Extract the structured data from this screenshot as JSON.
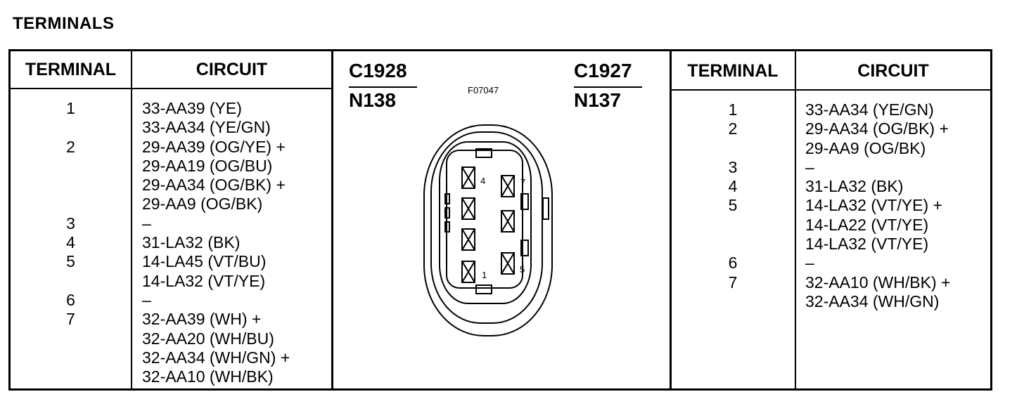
{
  "title": "TERMINALS",
  "left_table": {
    "header_terminal": "TERMINAL",
    "header_circuit": "CIRCUIT",
    "terminals": [
      "1",
      "",
      "2",
      "",
      "",
      "",
      "3",
      "4",
      "5",
      "",
      "6",
      "7",
      "",
      "",
      ""
    ],
    "circuits": [
      "33-AA39 (YE)",
      "33-AA34 (YE/GN)",
      "29-AA39 (OG/YE) +",
      "29-AA19 (OG/BU)",
      "29-AA34 (OG/BK) +",
      "29-AA9 (OG/BK)",
      "–",
      "31-LA32 (BK)",
      "14-LA45 (VT/BU)",
      "14-LA32 (VT/YE)",
      "–",
      "32-AA39 (WH) +",
      "32-AA20 (WH/BU)",
      "32-AA34 (WH/GN) +",
      "32-AA10 (WH/BK)"
    ]
  },
  "connector": {
    "left_code": "C1928",
    "left_sub": "N138",
    "right_code": "C1927",
    "right_sub": "N137",
    "figure_id": "F07047",
    "pin_labels": {
      "p4": "4",
      "p7": "7",
      "p1": "1",
      "p5": "5"
    }
  },
  "right_table": {
    "header_terminal": "TERMINAL",
    "header_circuit": "CIRCUIT",
    "terminals": [
      "1",
      "2",
      "",
      "3",
      "4",
      "5",
      "",
      "",
      "6",
      "7",
      ""
    ],
    "circuits": [
      "33-AA34 (YE/GN)",
      "29-AA34 (OG/BK) +",
      "29-AA9 (OG/BK)",
      "–",
      "31-LA32 (BK)",
      "14-LA32 (VT/YE) +",
      "14-LA22 (VT/YE)",
      "14-LA32 (VT/YE)",
      "–",
      "32-AA10 (WH/BK) +",
      "32-AA34 (WH/GN)"
    ]
  }
}
